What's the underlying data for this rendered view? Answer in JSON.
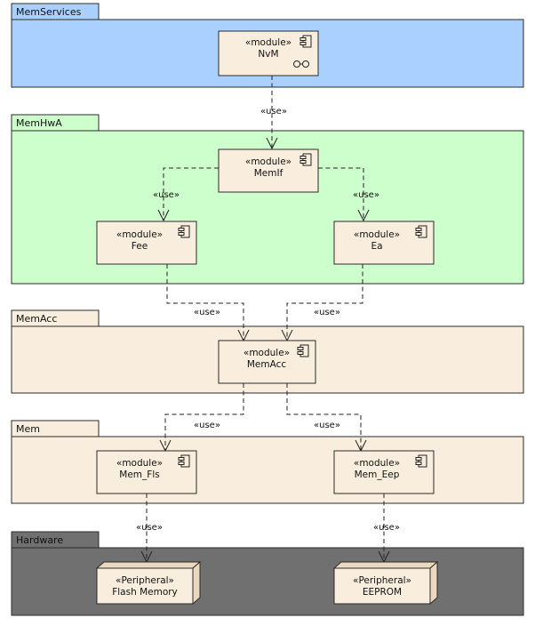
{
  "packages": {
    "memservices": {
      "label": "MemServices",
      "color": "#a9d0ff"
    },
    "memhwa": {
      "label": "MemHwA",
      "color": "#ccffcc"
    },
    "memacc": {
      "label": "MemAcc",
      "color": "#f9eede"
    },
    "mem": {
      "label": "Mem",
      "color": "#f9eede"
    },
    "hardware": {
      "label": "Hardware",
      "color": "#707070"
    }
  },
  "modules": {
    "nvm": {
      "stereotype": "«module»",
      "name": "NvM"
    },
    "memif": {
      "stereotype": "«module»",
      "name": "MemIf"
    },
    "fee": {
      "stereotype": "«module»",
      "name": "Fee"
    },
    "ea": {
      "stereotype": "«module»",
      "name": "Ea"
    },
    "memacc": {
      "stereotype": "«module»",
      "name": "MemAcc"
    },
    "mem_fls": {
      "stereotype": "«module»",
      "name": "Mem_Fls"
    },
    "mem_eep": {
      "stereotype": "«module»",
      "name": "Mem_Eep"
    }
  },
  "nodes": {
    "flash": {
      "stereotype": "«Peripheral»",
      "name": "Flash Memory"
    },
    "eeprom": {
      "stereotype": "«Peripheral»",
      "name": "EEPROM"
    }
  },
  "dependencies": {
    "label": "«use»",
    "links": [
      {
        "from": "NvM",
        "to": "MemIf"
      },
      {
        "from": "MemIf",
        "to": "Fee"
      },
      {
        "from": "MemIf",
        "to": "Ea"
      },
      {
        "from": "Fee",
        "to": "MemAcc"
      },
      {
        "from": "Ea",
        "to": "MemAcc"
      },
      {
        "from": "MemAcc",
        "to": "Mem_Fls"
      },
      {
        "from": "MemAcc",
        "to": "Mem_Eep"
      },
      {
        "from": "Mem_Fls",
        "to": "Flash Memory"
      },
      {
        "from": "Mem_Eep",
        "to": "EEPROM"
      }
    ]
  }
}
